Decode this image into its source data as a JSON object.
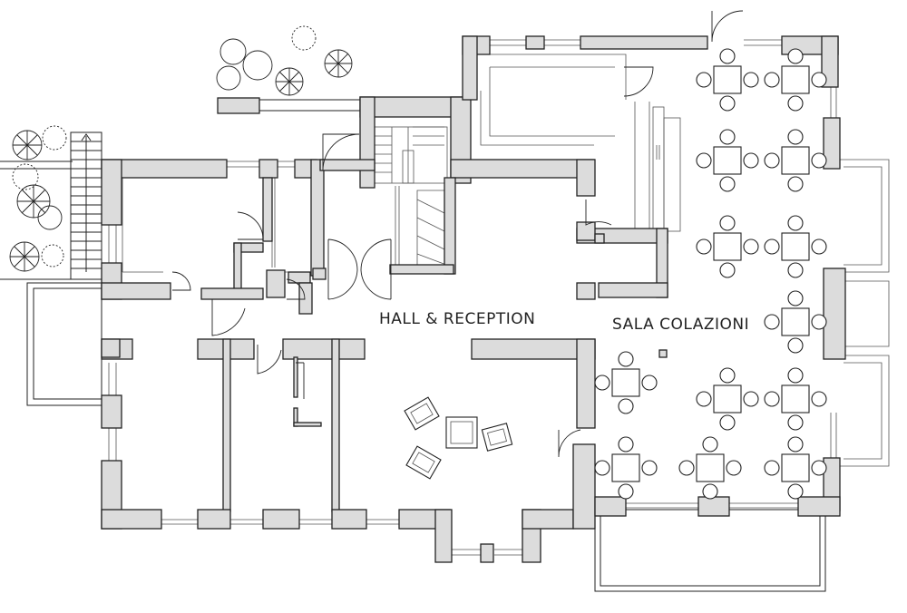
{
  "plan": {
    "rooms": [
      {
        "id": "hall",
        "label": "HALL & RECEPTION"
      },
      {
        "id": "breakfast",
        "label": "SALA COLAZIONI"
      }
    ]
  }
}
